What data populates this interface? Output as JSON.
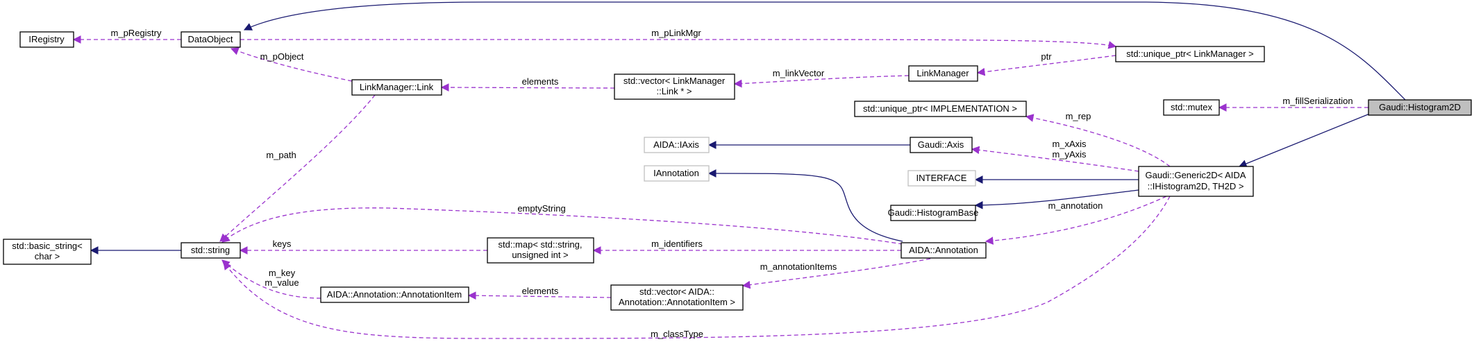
{
  "colors": {
    "inheritance": "#191970",
    "usage": "#9a32cd",
    "focus_fill": "#bfbfbf",
    "gray_border": "#bfbfbf"
  },
  "nodes": {
    "histogram2d": [
      "Gaudi::Histogram2D"
    ],
    "dataobject": [
      "DataObject"
    ],
    "iregistry": [
      "IRegistry"
    ],
    "unique_ptr_linkmanager": [
      "std::unique_ptr< LinkManager >"
    ],
    "linkmanager": [
      "LinkManager"
    ],
    "link_vector": [
      "std::vector< LinkManager",
      "::Link * >"
    ],
    "linkmanager_link": [
      "LinkManager::Link"
    ],
    "std_mutex": [
      "std::mutex"
    ],
    "unique_ptr_impl": [
      "std::unique_ptr< IMPLEMENTATION >"
    ],
    "aida_iaxis": [
      "AIDA::IAxis"
    ],
    "gaudi_axis": [
      "Gaudi::Axis"
    ],
    "iannotation": [
      "IAnnotation"
    ],
    "interface": [
      "INTERFACE"
    ],
    "generic2d": [
      "Gaudi::Generic2D< AIDA",
      "::IHistogram2D, TH2D >"
    ],
    "histogrambase": [
      "Gaudi::HistogramBase"
    ],
    "basic_string": [
      "std::basic_string<",
      "char >"
    ],
    "std_string": [
      "std::string"
    ],
    "identifiers_map": [
      "std::map< std::string,",
      "unsigned int >"
    ],
    "aida_annotation": [
      "AIDA::Annotation"
    ],
    "annotation_item": [
      "AIDA::Annotation::AnnotationItem"
    ],
    "annotation_items_vector": [
      "std::vector< AIDA::",
      "Annotation::AnnotationItem >"
    ]
  },
  "edges": {
    "m_pRegistry": [
      "m_pRegistry"
    ],
    "m_pLinkMgr": [
      "m_pLinkMgr"
    ],
    "m_pObject": [
      "m_pObject"
    ],
    "ptr": [
      "ptr"
    ],
    "m_linkVector": [
      "m_linkVector"
    ],
    "elements_link": [
      "elements"
    ],
    "m_path": [
      "m_path"
    ],
    "m_fillSerialization": [
      "m_fillSerialization"
    ],
    "m_rep": [
      "m_rep"
    ],
    "m_axis": [
      "m_xAxis",
      "m_yAxis"
    ],
    "m_annotation": [
      "m_annotation"
    ],
    "emptyString": [
      "emptyString"
    ],
    "keys": [
      "keys"
    ],
    "m_identifiers": [
      "m_identifiers"
    ],
    "m_key_value": [
      "m_key",
      "m_value"
    ],
    "elements_items": [
      "elements"
    ],
    "m_annotationItems": [
      "m_annotationItems"
    ],
    "m_classType": [
      "m_classType"
    ]
  }
}
